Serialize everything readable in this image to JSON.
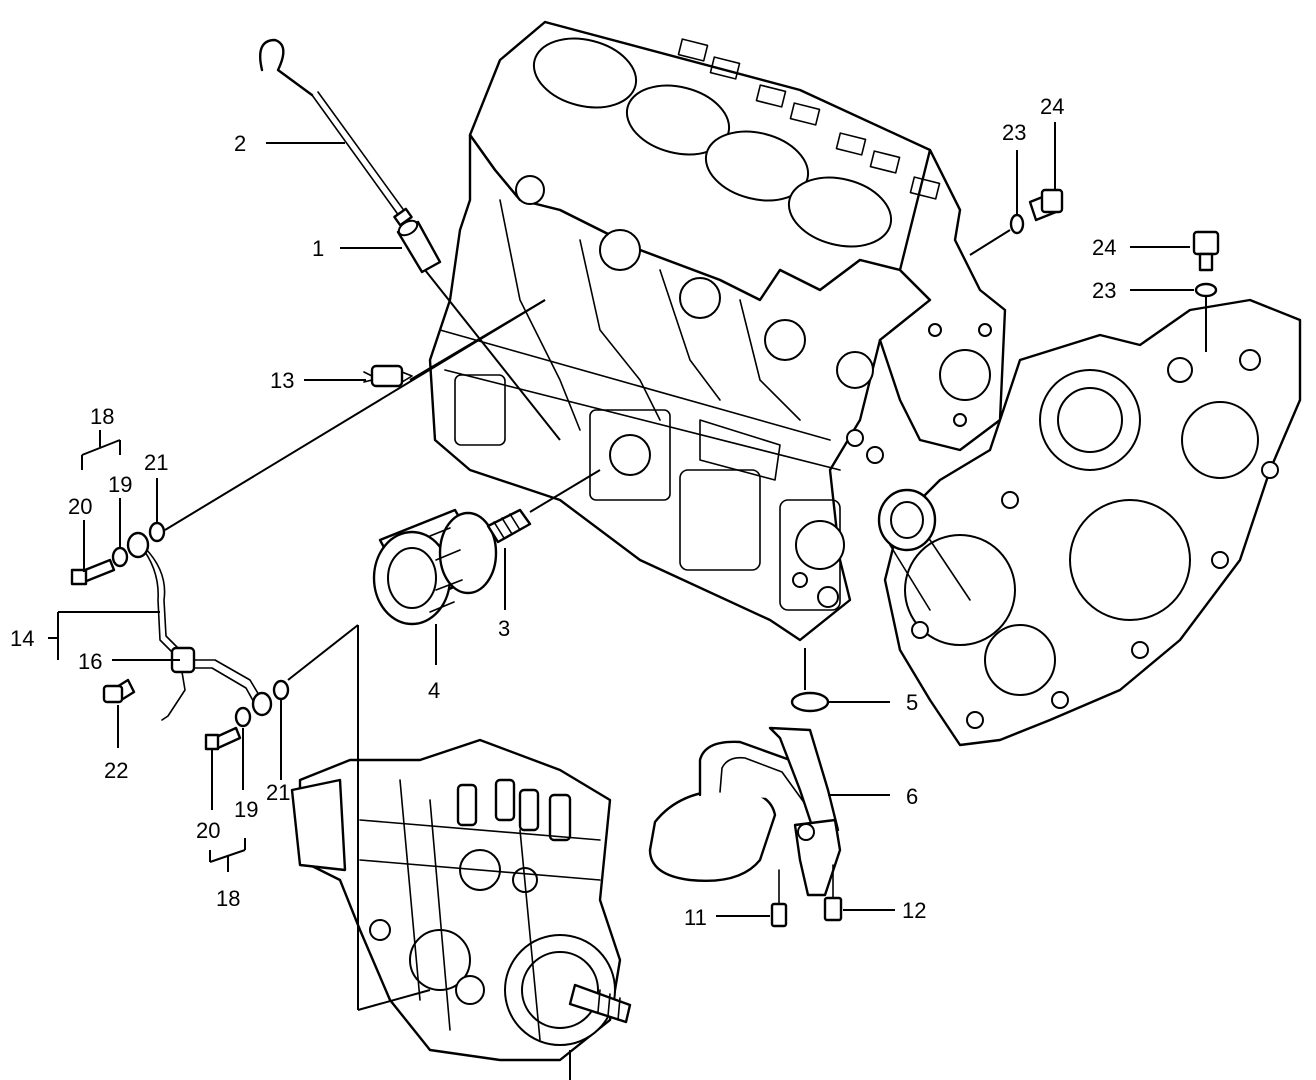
{
  "callouts": {
    "c1": "1",
    "c2": "2",
    "c3": "3",
    "c4": "4",
    "c5": "5",
    "c6": "6",
    "c11": "11",
    "c12": "12",
    "c13": "13",
    "c14": "14",
    "c16": "16",
    "c18a": "18",
    "c18b": "18",
    "c19a": "19",
    "c19b": "19",
    "c20a": "20",
    "c20b": "20",
    "c21a": "21",
    "c21b": "21",
    "c22": "22",
    "c23a": "23",
    "c23b": "23",
    "c24a": "24",
    "c24b": "24"
  }
}
